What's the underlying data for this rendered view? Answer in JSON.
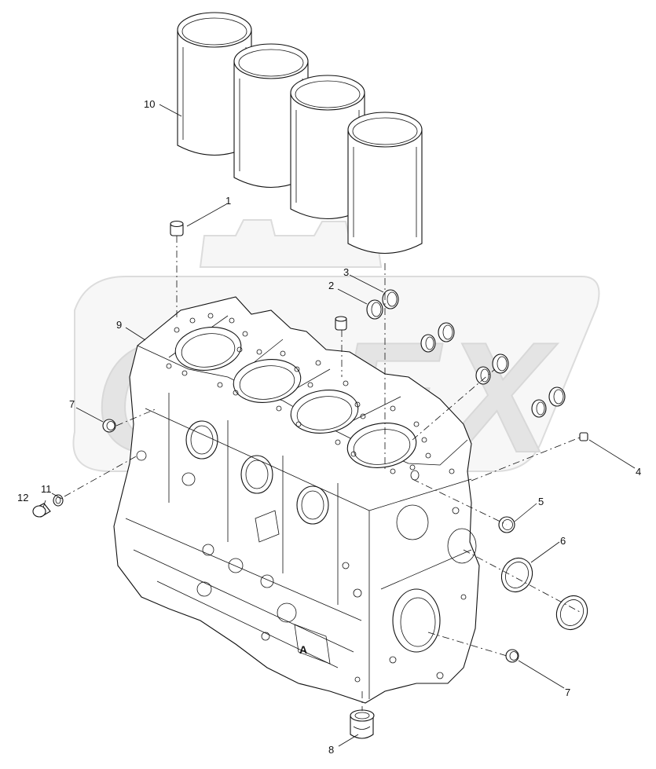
{
  "watermark": {
    "text": "OPEX"
  },
  "callouts": [
    {
      "id": "c10",
      "text": "10"
    },
    {
      "id": "c1",
      "text": "1"
    },
    {
      "id": "c3",
      "text": "3"
    },
    {
      "id": "c2",
      "text": "2"
    },
    {
      "id": "c9",
      "text": "9"
    },
    {
      "id": "c7a",
      "text": "7"
    },
    {
      "id": "c4",
      "text": "4"
    },
    {
      "id": "c5",
      "text": "5"
    },
    {
      "id": "c11",
      "text": "11"
    },
    {
      "id": "c12",
      "text": "12"
    },
    {
      "id": "c6",
      "text": "6"
    },
    {
      "id": "c7b",
      "text": "7"
    },
    {
      "id": "c8",
      "text": "8"
    }
  ],
  "block_mark": {
    "text": "A"
  },
  "colors": {
    "line": "#111111",
    "watermark": "#e9e9e9",
    "background": "#ffffff"
  }
}
